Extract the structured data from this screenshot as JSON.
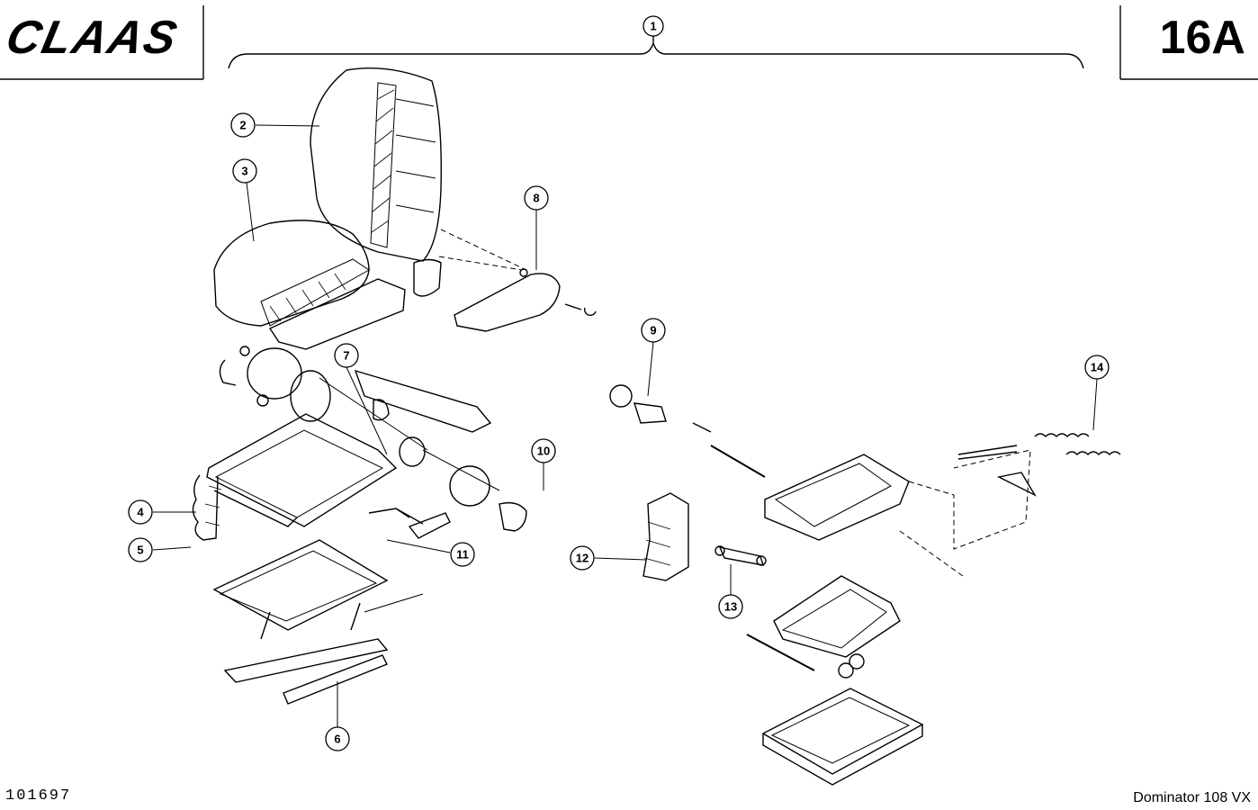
{
  "header": {
    "brand": "CLAAS",
    "sheet_number": "16A"
  },
  "footer": {
    "document_number": "101697",
    "model": "Dominator 108 VX"
  },
  "callouts": [
    "1",
    "2",
    "3",
    "4",
    "5",
    "6",
    "7",
    "8",
    "9",
    "10",
    "11",
    "12",
    "13",
    "14"
  ],
  "colors": {
    "line": "#000000",
    "paper": "#ffffff"
  }
}
